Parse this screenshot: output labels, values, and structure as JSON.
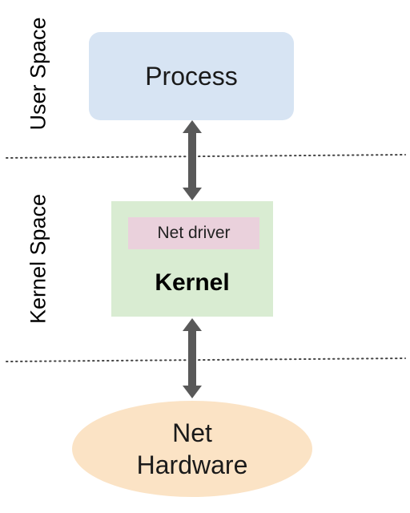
{
  "labels": {
    "user_space": "User Space",
    "kernel_space": "Kernel Space"
  },
  "nodes": {
    "process": "Process",
    "net_driver": "Net driver",
    "kernel": "Kernel",
    "hardware_line1": "Net",
    "hardware_line2": "Hardware"
  },
  "colors": {
    "process_fill": "#d7e4f3",
    "kernel_fill": "#d9ecd2",
    "driver_fill": "#ead1dc",
    "hardware_fill": "#fbe3c5",
    "arrow": "#595959",
    "divider": "#444444"
  }
}
